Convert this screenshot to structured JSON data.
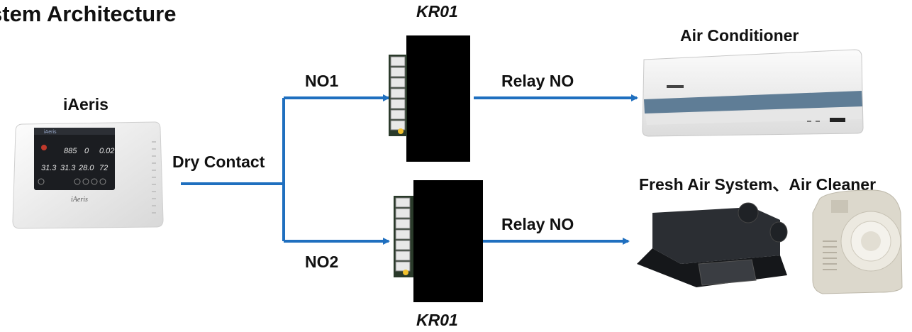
{
  "title": "stem Architecture",
  "devices": {
    "controller": "iAeris",
    "ac": "Air Conditioner",
    "fresh": "Fresh Air System、Air Cleaner"
  },
  "relays": {
    "top_label": "KR01",
    "bottom_label": "KR01"
  },
  "connections": {
    "dry_contact": "Dry Contact",
    "no1": "NO1",
    "no2": "NO2",
    "relay_no_top": "Relay NO",
    "relay_no_bottom": "Relay NO"
  },
  "screen": {
    "brand": "iAeris",
    "readings": [
      "885",
      "0",
      "0.02",
      "31.3",
      "31.3",
      "28.0",
      "72"
    ]
  },
  "colors": {
    "arrow": "#1f6fbf",
    "relay_body": "#000000",
    "terminal": "#e8e8e8",
    "led": "#f2c12e"
  }
}
